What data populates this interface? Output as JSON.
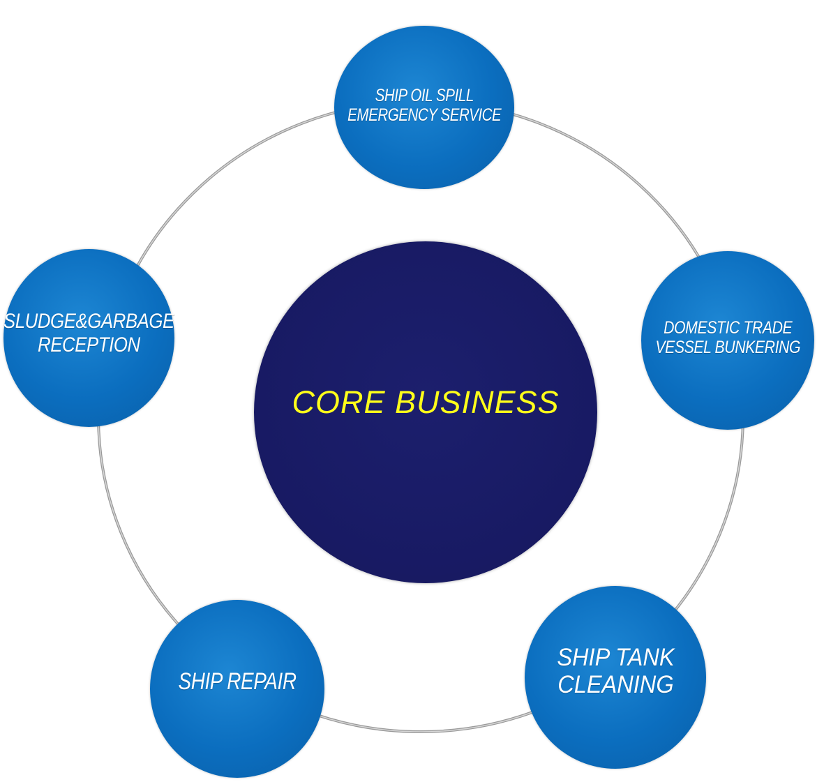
{
  "diagram": {
    "center": {
      "label": "CORE BUSINESS"
    },
    "nodes": [
      {
        "id": "top",
        "lines": [
          "SHIP OIL SPILL",
          "EMERGENCY SERVICE"
        ]
      },
      {
        "id": "right",
        "lines": [
          "DOMESTIC TRADE",
          "VESSEL BUNKERING"
        ]
      },
      {
        "id": "bottom-right",
        "lines": [
          "SHIP TANK",
          "CLEANING"
        ]
      },
      {
        "id": "bottom-left",
        "lines": [
          "SHIP REPAIR"
        ]
      },
      {
        "id": "left",
        "lines": [
          "SLUDGE&GARBAGE",
          "RECEPTION"
        ]
      }
    ],
    "colors": {
      "center_fill": "#181a63",
      "center_text": "#ffff1a",
      "node_fill": "#0b6ebf",
      "node_text": "#ffffff",
      "ring_stroke": "#9a9a9a"
    }
  }
}
